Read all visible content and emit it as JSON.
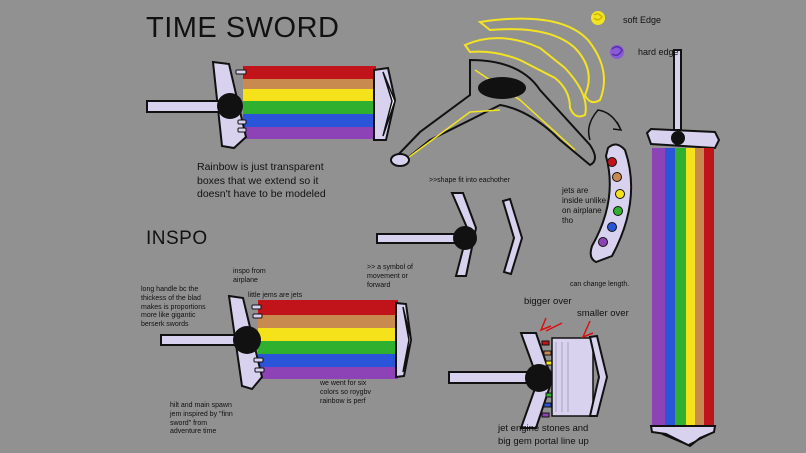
{
  "headings": {
    "title": "TIME SWORD",
    "inspo": "INSPO"
  },
  "legend": {
    "soft": "soft Edge",
    "hard": "hard edge",
    "soft_color": "#f3e323",
    "hard_color": "#8a5bd6"
  },
  "notes": {
    "rainbow": [
      "Rainbow is just transparent",
      "boxes that we extend so it",
      "doesn't have to be modeled"
    ],
    "shape": ">>shape  fit into eachother",
    "jets": [
      "jets are",
      "inside unlike",
      "on airplane",
      "tho"
    ],
    "symbol": [
      ">> a symbol of",
      "movement or",
      "forward"
    ],
    "long_handle": [
      "long handle bc the",
      "thickess of the blad",
      "makes is proportions",
      "more like gigantic",
      "berserk swords"
    ],
    "inspo_airplane": [
      "inspo from",
      "airplane"
    ],
    "little_jems": "little jems  are jets",
    "can_change": "can change length.",
    "bigger": "bigger over",
    "smaller": "smaller over",
    "six_colors": [
      "we went for six",
      "colors so roygbv",
      "rainbow is perf"
    ],
    "hilt": [
      "hilt and main spawn",
      "jem inspired by \"finn",
      "sword\" from",
      "adventure time"
    ],
    "jet_engine": [
      "jet engine stones and",
      "big gem portal line up"
    ]
  },
  "colors": {
    "rainbow": [
      "#c0141a",
      "#c88a4e",
      "#f5e21a",
      "#2fb12f",
      "#2a55d8",
      "#8d43b6"
    ],
    "metal": "#d9d2ee"
  }
}
